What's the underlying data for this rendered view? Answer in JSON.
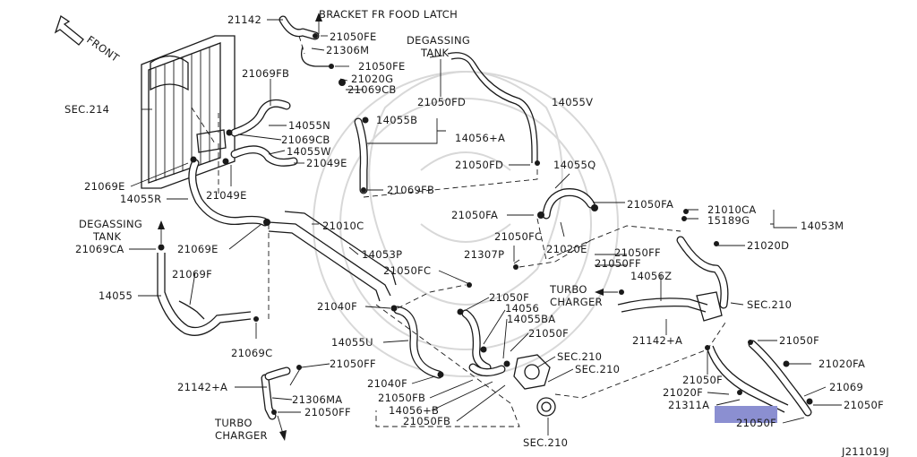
{
  "figure_id": "J211019J",
  "front_label": "FRONT",
  "labels": {
    "p21142_top": "21142",
    "bracket": "BRACKET FR FOOD LATCH",
    "p21050FE_1": "21050FE",
    "p21306M": "21306M",
    "degas_top_1": "DEGASSING",
    "degas_top_2": "TANK",
    "p21050FE_2": "21050FE",
    "p21020G": "21020G",
    "p21069CB_1": "21069CB",
    "p21069FB_1": "21069FB",
    "sec214": "SEC.214",
    "p14055N": "14055N",
    "p21069CB_2": "21069CB",
    "p14055W": "14055W",
    "p21049E_1": "21049E",
    "p21050FD_1": "21050FD",
    "p14055V": "14055V",
    "p14055B": "14055B",
    "p14056A": "14056+A",
    "p21069E_1": "21069E",
    "p14055R": "14055R",
    "p21049E_2": "21049E",
    "p21050FD_2": "21050FD",
    "p14055Q": "14055Q",
    "p21069FB_2": "21069FB",
    "p21050FA_1": "21050FA",
    "p21010CA": "21010CA",
    "p15189G": "15189G",
    "p14053M": "14053M",
    "degas_left_1": "DEGASSING",
    "degas_left_2": "TANK",
    "p21010C": "21010C",
    "p21050FA_2": "21050FA",
    "p21069CA": "21069CA",
    "p21069E_2": "21069E",
    "p14053P": "14053P",
    "p21050FC_1": "21050FC",
    "p21020E": "21020E",
    "p21020D": "21020D",
    "p21307P": "21307P",
    "p21050FF_1": "21050FF",
    "p21050FF_2": "21050FF",
    "p21069F": "21069F",
    "p21050FC_2": "21050FC",
    "p14056Z": "14056Z",
    "turbo_right_1": "TURBO",
    "turbo_right_2": "CHARGER",
    "p14055": "14055",
    "p21040F_1": "21040F",
    "p21050F_1": "21050F",
    "p14056": "14056",
    "sec210_1": "SEC.210",
    "p14055BA": "14055BA",
    "p14055U": "14055U",
    "p21142A_1": "21142+A",
    "p21050F_2": "21050F",
    "p21050F_3": "21050F",
    "p21069C": "21069C",
    "sec210_2": "SEC.210",
    "sec210_3": "SEC.210",
    "p21050FF_3": "21050FF",
    "p21020FA": "21020FA",
    "p21040F_2": "21040F",
    "p21050F_4": "21050F",
    "p21142A_2": "21142+A",
    "p21069": "21069",
    "p21020F": "21020F",
    "p21050FB_1": "21050FB",
    "p21306MA": "21306MA",
    "p14056B": "14056+B",
    "p21311A": "21311A",
    "p21050F_5": "21050F",
    "p21050FF_4": "21050FF",
    "p21050FB_2": "21050FB",
    "turbo_bottom_1": "TURBO",
    "turbo_bottom_2": "CHARGER",
    "p21050F_6": "21050F",
    "sec210_4": "SEC.210"
  },
  "colors": {
    "line": "#1a1a1a",
    "background": "#ffffff",
    "redaction_box": "#8b8fd1",
    "watermark": "#d8d8d8"
  }
}
